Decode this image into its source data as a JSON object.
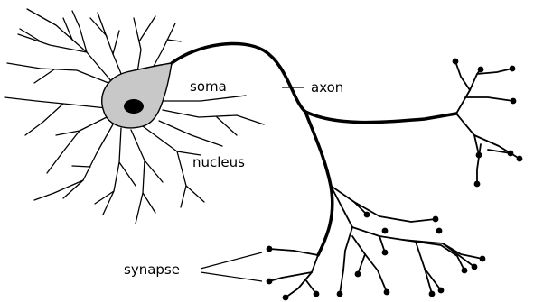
{
  "labels": {
    "soma": "soma",
    "axon": "axon",
    "nucleus": "nucleus",
    "synapse": "synapse"
  },
  "colors": {
    "line": "#000000",
    "soma_fill": "#c8c8c8",
    "background": "#ffffff"
  }
}
